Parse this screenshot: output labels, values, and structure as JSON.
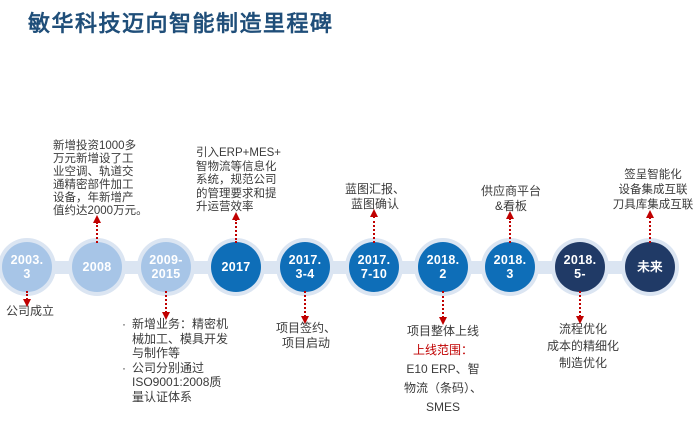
{
  "title": "敏华科技迈向智能制造里程碑",
  "colors": {
    "title": "#1f4e79",
    "light_circle": "#a7c5e7",
    "bright_circle": "#0e6eb8",
    "navy_circle": "#203a66",
    "band": "#dbe5f2",
    "leader": "#c00000",
    "text": "#3b3b3b",
    "highlight": "#c00000",
    "circle_text": "#ffffff"
  },
  "timeline": {
    "milestones": [
      {
        "id": "2003-3",
        "label_lines": [
          "2003.",
          "3"
        ],
        "tone": "light",
        "annotation": {
          "side": "below",
          "lines": [
            "公司成立"
          ]
        }
      },
      {
        "id": "2008",
        "label_lines": [
          "2008"
        ],
        "tone": "light",
        "annotation": {
          "side": "above",
          "lines": [
            "新增投资1000多",
            "万元新增设了工",
            "业空调、轨道交",
            "通精密部件加工",
            "设备，年新增产",
            "值约达2000万元。"
          ]
        }
      },
      {
        "id": "2009-2015",
        "label_lines": [
          "2009-",
          "2015"
        ],
        "tone": "light",
        "annotation": {
          "side": "below",
          "bullets": [
            "新增业务：精密机械加工、模具开发与制作等",
            "公司分别通过ISO9001:2008质量认证体系"
          ]
        }
      },
      {
        "id": "2017",
        "label_lines": [
          "2017"
        ],
        "tone": "bright",
        "annotation": {
          "side": "above",
          "lines": [
            "引入ERP+MES+",
            "智物流等信息化",
            "系统，规范公司",
            "的管理要求和提",
            "升运营效率"
          ]
        }
      },
      {
        "id": "2017-3-4",
        "label_lines": [
          "2017.",
          "3-4"
        ],
        "tone": "bright",
        "annotation": {
          "side": "below",
          "lines": [
            "项目签约、",
            "项目启动"
          ]
        }
      },
      {
        "id": "2017-7-10",
        "label_lines": [
          "2017.",
          "7-10"
        ],
        "tone": "bright",
        "annotation": {
          "side": "above",
          "lines": [
            "蓝图汇报、",
            "蓝图确认"
          ]
        }
      },
      {
        "id": "2018-2",
        "label_lines": [
          "2018.",
          "2"
        ],
        "tone": "bright",
        "annotation": {
          "side": "below",
          "lines": [
            "项目整体上线",
            "上线范围：",
            "E10 ERP、智",
            "物流（条码）、",
            "SMES"
          ],
          "highlight_line": 1
        }
      },
      {
        "id": "2018-3",
        "label_lines": [
          "2018.",
          "3"
        ],
        "tone": "bright",
        "annotation": {
          "side": "above",
          "lines": [
            "供应商平台",
            "&看板"
          ]
        }
      },
      {
        "id": "2018-5",
        "label_lines": [
          "2018.",
          "5-"
        ],
        "tone": "navy",
        "annotation": {
          "side": "below",
          "lines": [
            "流程优化",
            "成本的精细化",
            "制造优化"
          ]
        }
      },
      {
        "id": "future",
        "label_lines": [
          "未来"
        ],
        "tone": "navy",
        "annotation": {
          "side": "above",
          "lines": [
            "签呈智能化",
            "设备集成互联",
            "刀具库集成互联"
          ]
        }
      }
    ]
  }
}
